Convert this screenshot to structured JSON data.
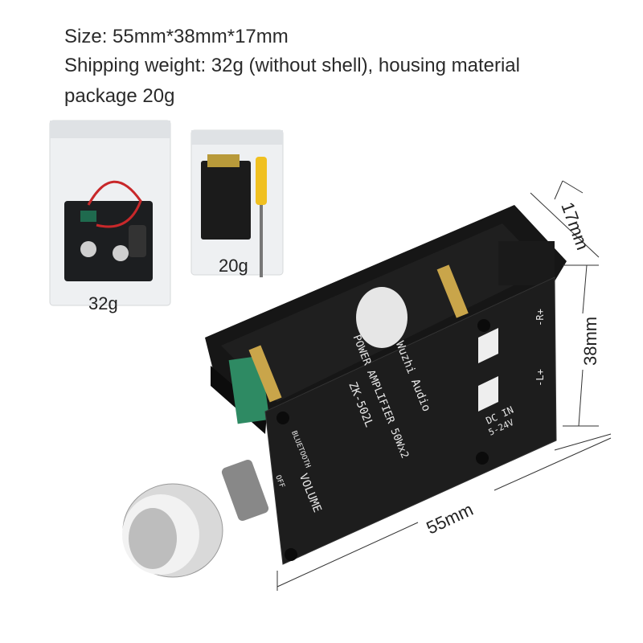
{
  "specs": {
    "size": "Size: 55mm*38mm*17mm",
    "weight": "Shipping weight: 32g (without shell), housing material",
    "package": "package 20g"
  },
  "packages": [
    {
      "label": "32g"
    },
    {
      "label": "20g"
    }
  ],
  "board": {
    "brand": "Wuzhi Audio",
    "product": "POWER AMPLIFIER 50Wx2",
    "model": "ZK-502L",
    "bluetooth": "BLUETOOTH",
    "volume": "VOLUME",
    "off": "OFF",
    "power_in": "DC IN",
    "voltage": "5-24V",
    "right": "-R+",
    "left": "-L+"
  },
  "dimensions": {
    "length": "55mm",
    "width": "38mm",
    "height": "17mm"
  }
}
